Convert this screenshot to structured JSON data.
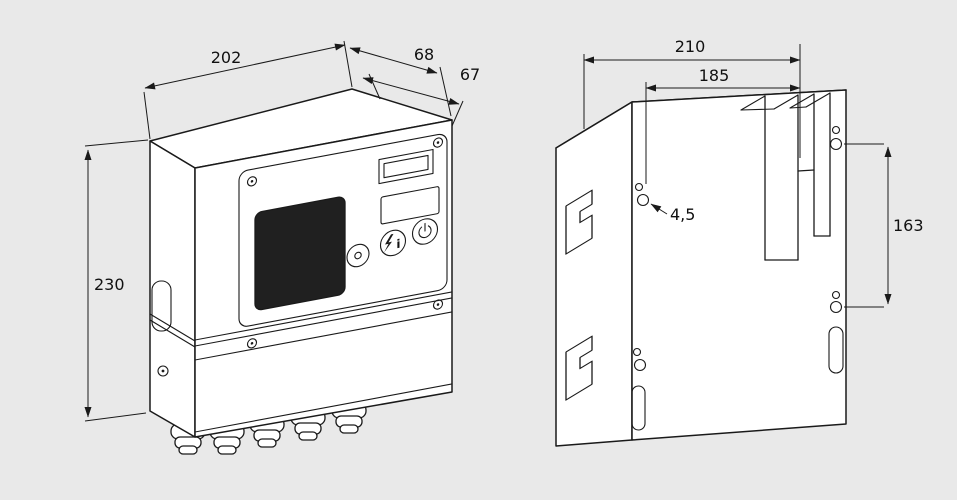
{
  "page": {
    "background": "#e9e9e9",
    "ink": "#1a1a1a",
    "surface": "#ffffff",
    "display_fill": "#202020"
  },
  "left_view": {
    "dims": {
      "width": "202",
      "depth_top": "68",
      "depth_door": "67",
      "height": "230"
    }
  },
  "right_view": {
    "dims": {
      "width_overall": "210",
      "hole_pitch_horizontal": "185",
      "hole_diameter": "4,5",
      "hole_pitch_vertical": "163"
    }
  }
}
